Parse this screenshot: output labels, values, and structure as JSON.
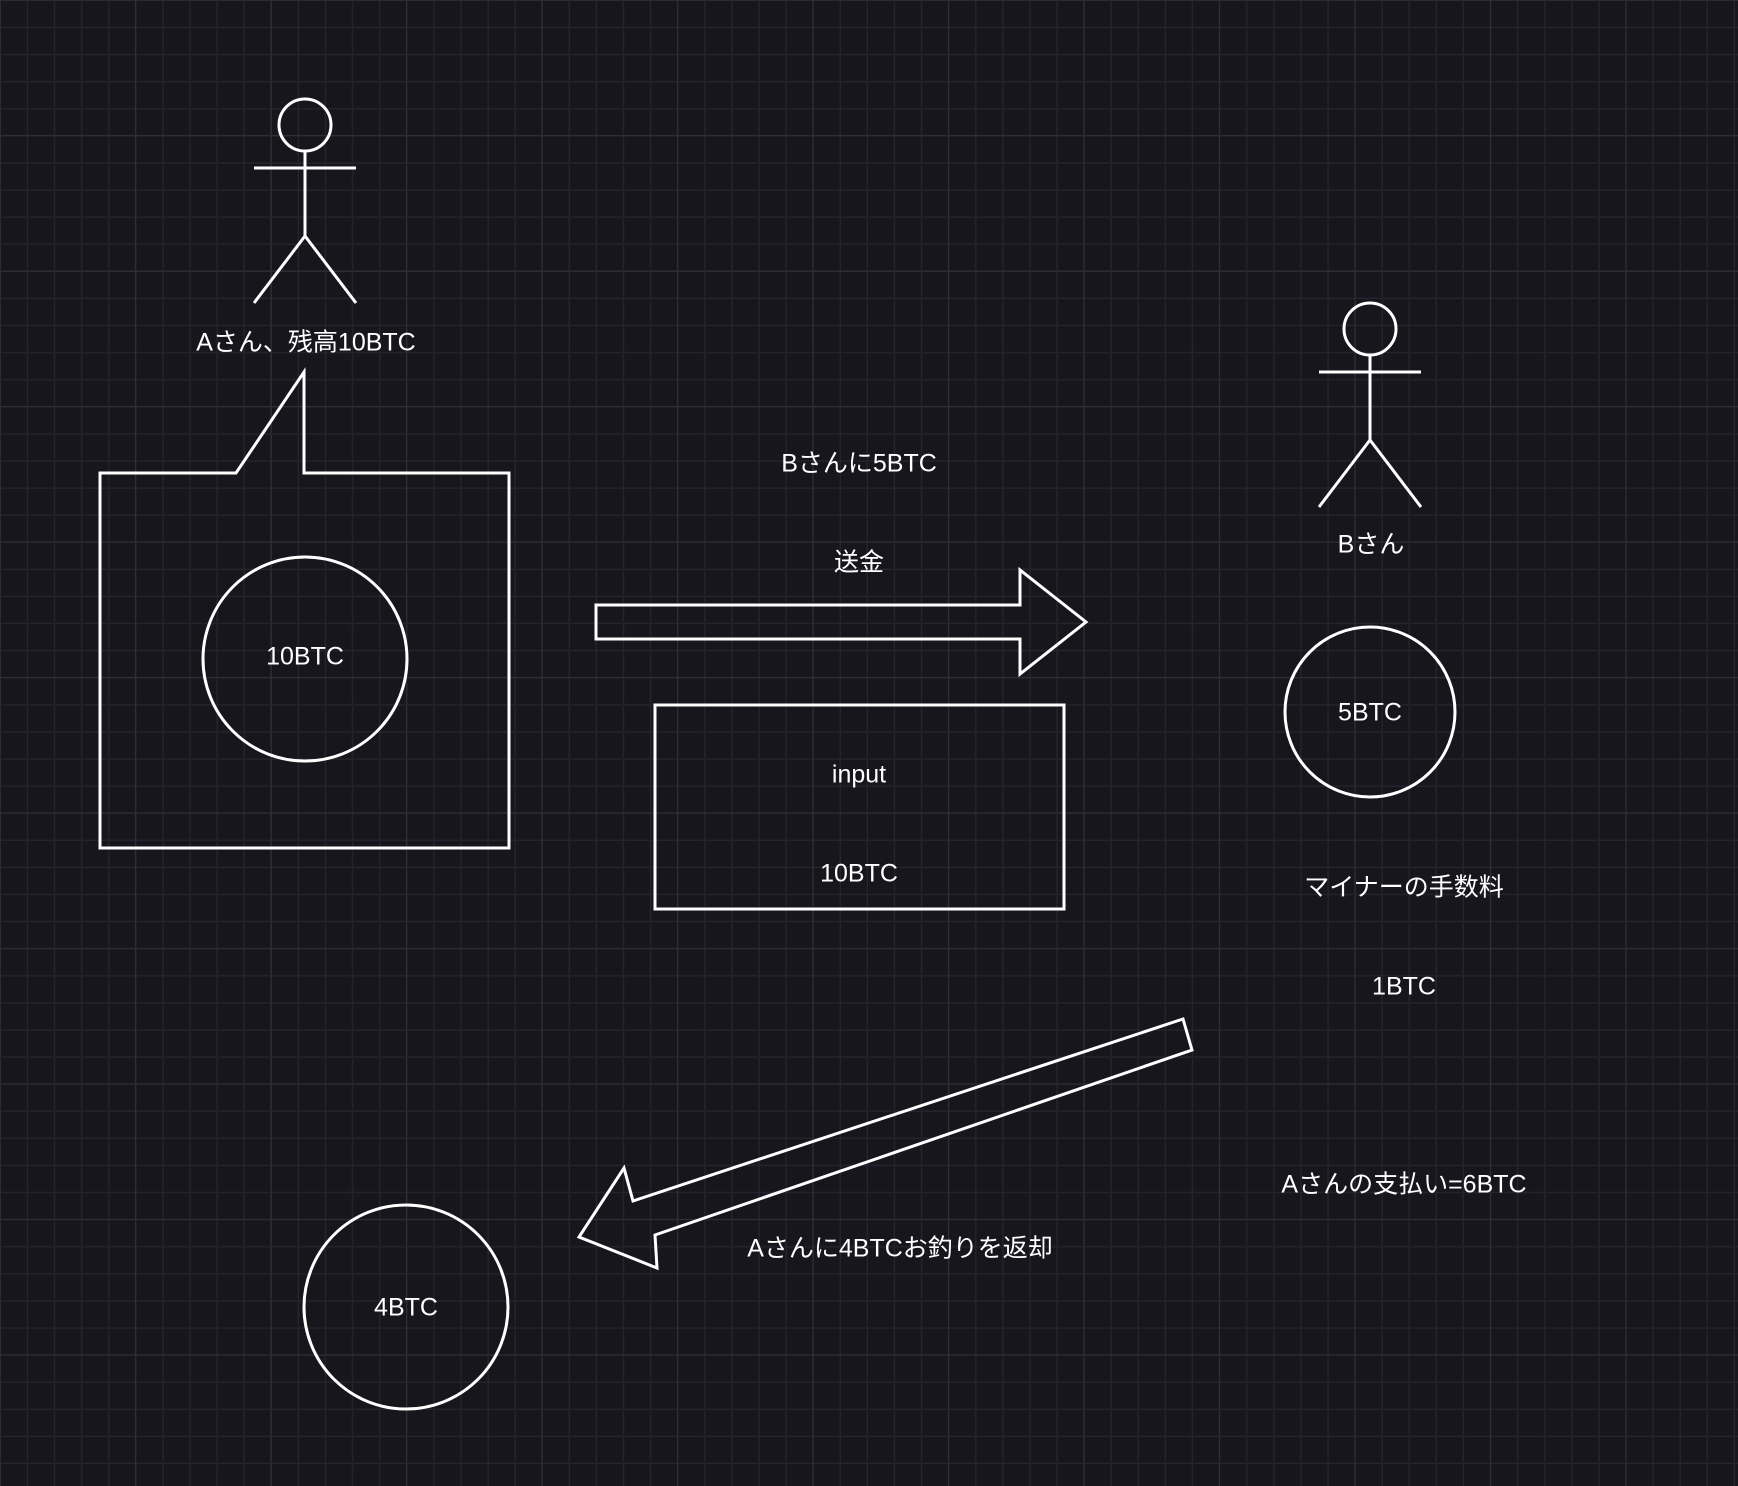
{
  "actor_a": {
    "label": "Aさん、残高10BTC"
  },
  "actor_b": {
    "label": "Bさん"
  },
  "balance_a_coin": {
    "label": "10BTC"
  },
  "send_arrow": {
    "label_line1": "Bさんに5BTC",
    "label_line2": "送金"
  },
  "input_box": {
    "line1": "input",
    "line2": "10BTC"
  },
  "b_coin": {
    "label": "5BTC"
  },
  "fee_note": {
    "line1": "マイナーの手数料",
    "line2": "1BTC",
    "line3": "",
    "line4": "Aさんの支払い=6BTC"
  },
  "change_arrow": {
    "label": "Aさんに4BTCお釣りを返却"
  },
  "change_coin": {
    "label": "4BTC"
  },
  "colors": {
    "background": "#17161d",
    "stroke": "#ffffff",
    "grid": "#2f2e37"
  }
}
